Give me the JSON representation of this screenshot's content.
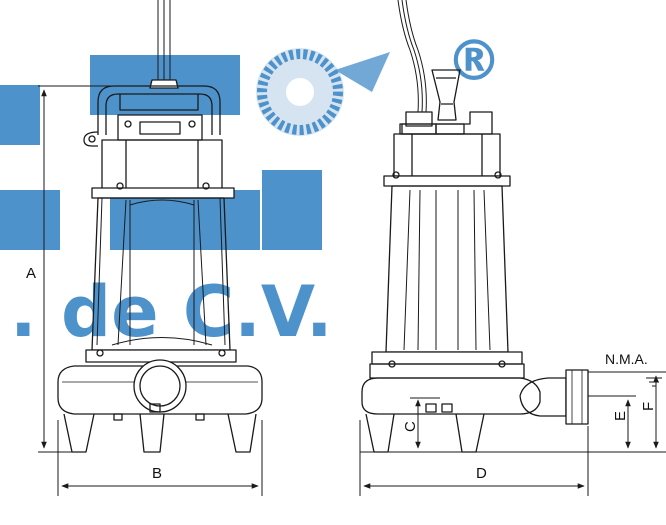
{
  "labels": {
    "A": "A",
    "B": "B",
    "C": "C",
    "D": "D",
    "E": "E",
    "F": "F",
    "nma": "N.M.A."
  },
  "watermark": {
    "text": ". de C.V.",
    "registered": "®",
    "color": "#2f7fc2"
  },
  "colors": {
    "line": "#1a1a1a",
    "watermark": "#2f7fc2",
    "watermark_light": "#cfe0ef"
  }
}
